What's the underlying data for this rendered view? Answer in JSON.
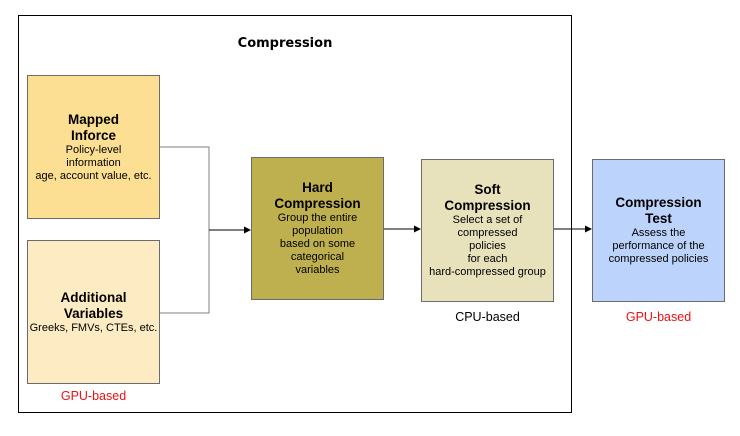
{
  "diagram": {
    "group_title": "Compression",
    "nodes": {
      "mapped_inforce": {
        "title": [
          "Mapped",
          "Inforce"
        ],
        "body": [
          "Policy-level",
          "information",
          "age, account value, etc."
        ],
        "color": "#fddf93"
      },
      "additional_variables": {
        "title": [
          "Additional",
          "Variables"
        ],
        "body": [
          "Greeks, FMVs, CTEs, etc."
        ],
        "color": "#fdecc3"
      },
      "hard_compression": {
        "title": [
          "Hard",
          "Compression"
        ],
        "body": [
          "Group the entire",
          "population",
          "based on some",
          "categorical",
          "variables"
        ],
        "color": "#bfb04f"
      },
      "soft_compression": {
        "title": [
          "Soft",
          "Compression"
        ],
        "body": [
          "Select a set of",
          "compressed",
          "policies",
          "for each",
          "hard-compressed group"
        ],
        "color": "#e7e2bc"
      },
      "compression_test": {
        "title": [
          "Compression",
          "Test"
        ],
        "body": [
          "Assess the",
          "performance of the",
          "compressed policies"
        ],
        "color": "#bcd3fb"
      }
    },
    "labels": {
      "inputs_gpu": {
        "text": "GPU-based",
        "color": "#ee1111"
      },
      "soft_cpu": {
        "text": "CPU-based",
        "color": "#000000"
      },
      "test_gpu": {
        "text": "GPU-based",
        "color": "#ee1111"
      }
    },
    "edges": [
      {
        "from": "mapped_inforce",
        "to": "hard_compression"
      },
      {
        "from": "additional_variables",
        "to": "hard_compression"
      },
      {
        "from": "hard_compression",
        "to": "soft_compression"
      },
      {
        "from": "soft_compression",
        "to": "compression_test"
      }
    ]
  }
}
